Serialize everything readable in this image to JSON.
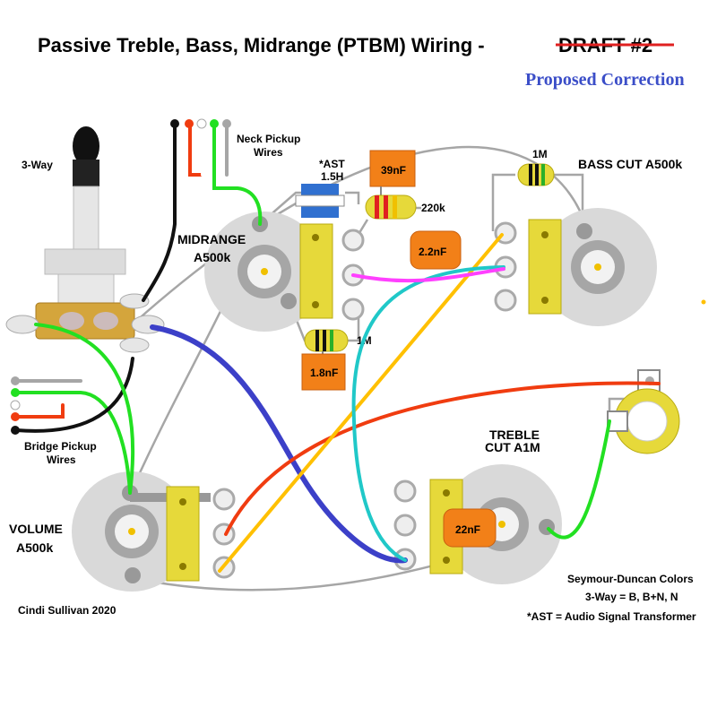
{
  "title": {
    "main": "Passive Treble, Bass, Midrange (PTBM) Wiring -",
    "struck": "DRAFT #2",
    "correction": "Proposed Correction"
  },
  "labels": {
    "switch": "3-Way",
    "neck_pickup_line1": "Neck Pickup",
    "neck_pickup_line2": "Wires",
    "bridge_pickup_line1": "Bridge Pickup",
    "bridge_pickup_line2": "Wires",
    "ast_line1": "*AST",
    "ast_line2": "1.5H",
    "midrange_line1": "MIDRANGE",
    "midrange_line2": "A500k",
    "bass_cut": "BASS CUT A500k",
    "volume_line1": "VOLUME",
    "volume_line2": "A500k",
    "treble_line1": "TREBLE",
    "treble_line2": "CUT A1M",
    "author": "Cindi Sullivan 2020"
  },
  "components": {
    "cap_39n": "39nF",
    "resistor_220k": "220k",
    "cap_2_2n": "2.2nF",
    "resistor_1m_bass": "1M",
    "resistor_1m_mid": "1M",
    "cap_1_8n": "1.8nF",
    "cap_22n": "22nF"
  },
  "notes": {
    "line1": "Seymour-Duncan Colors",
    "line2": "3-Way = B, B+N, N",
    "line3": "*AST = Audio Signal Transformer"
  },
  "colors": {
    "pot_body": "#d9d9d9",
    "pot_ring": "#a6a6a6",
    "lug_bracket": "#e6d93a",
    "capacitor_orange": "#f28018",
    "wire_gray": "#a6a6a6",
    "wire_green": "#22e022",
    "wire_red": "#f03c10",
    "wire_blue": "#3c40c8",
    "wire_cyan": "#20c8c8",
    "wire_yellow": "#ffc000",
    "wire_magenta": "#ff40ff",
    "wire_black": "#111111",
    "ast_blue": "#3070d0",
    "strike_red": "#e02020",
    "correction_blue": "#3b4ec8"
  }
}
